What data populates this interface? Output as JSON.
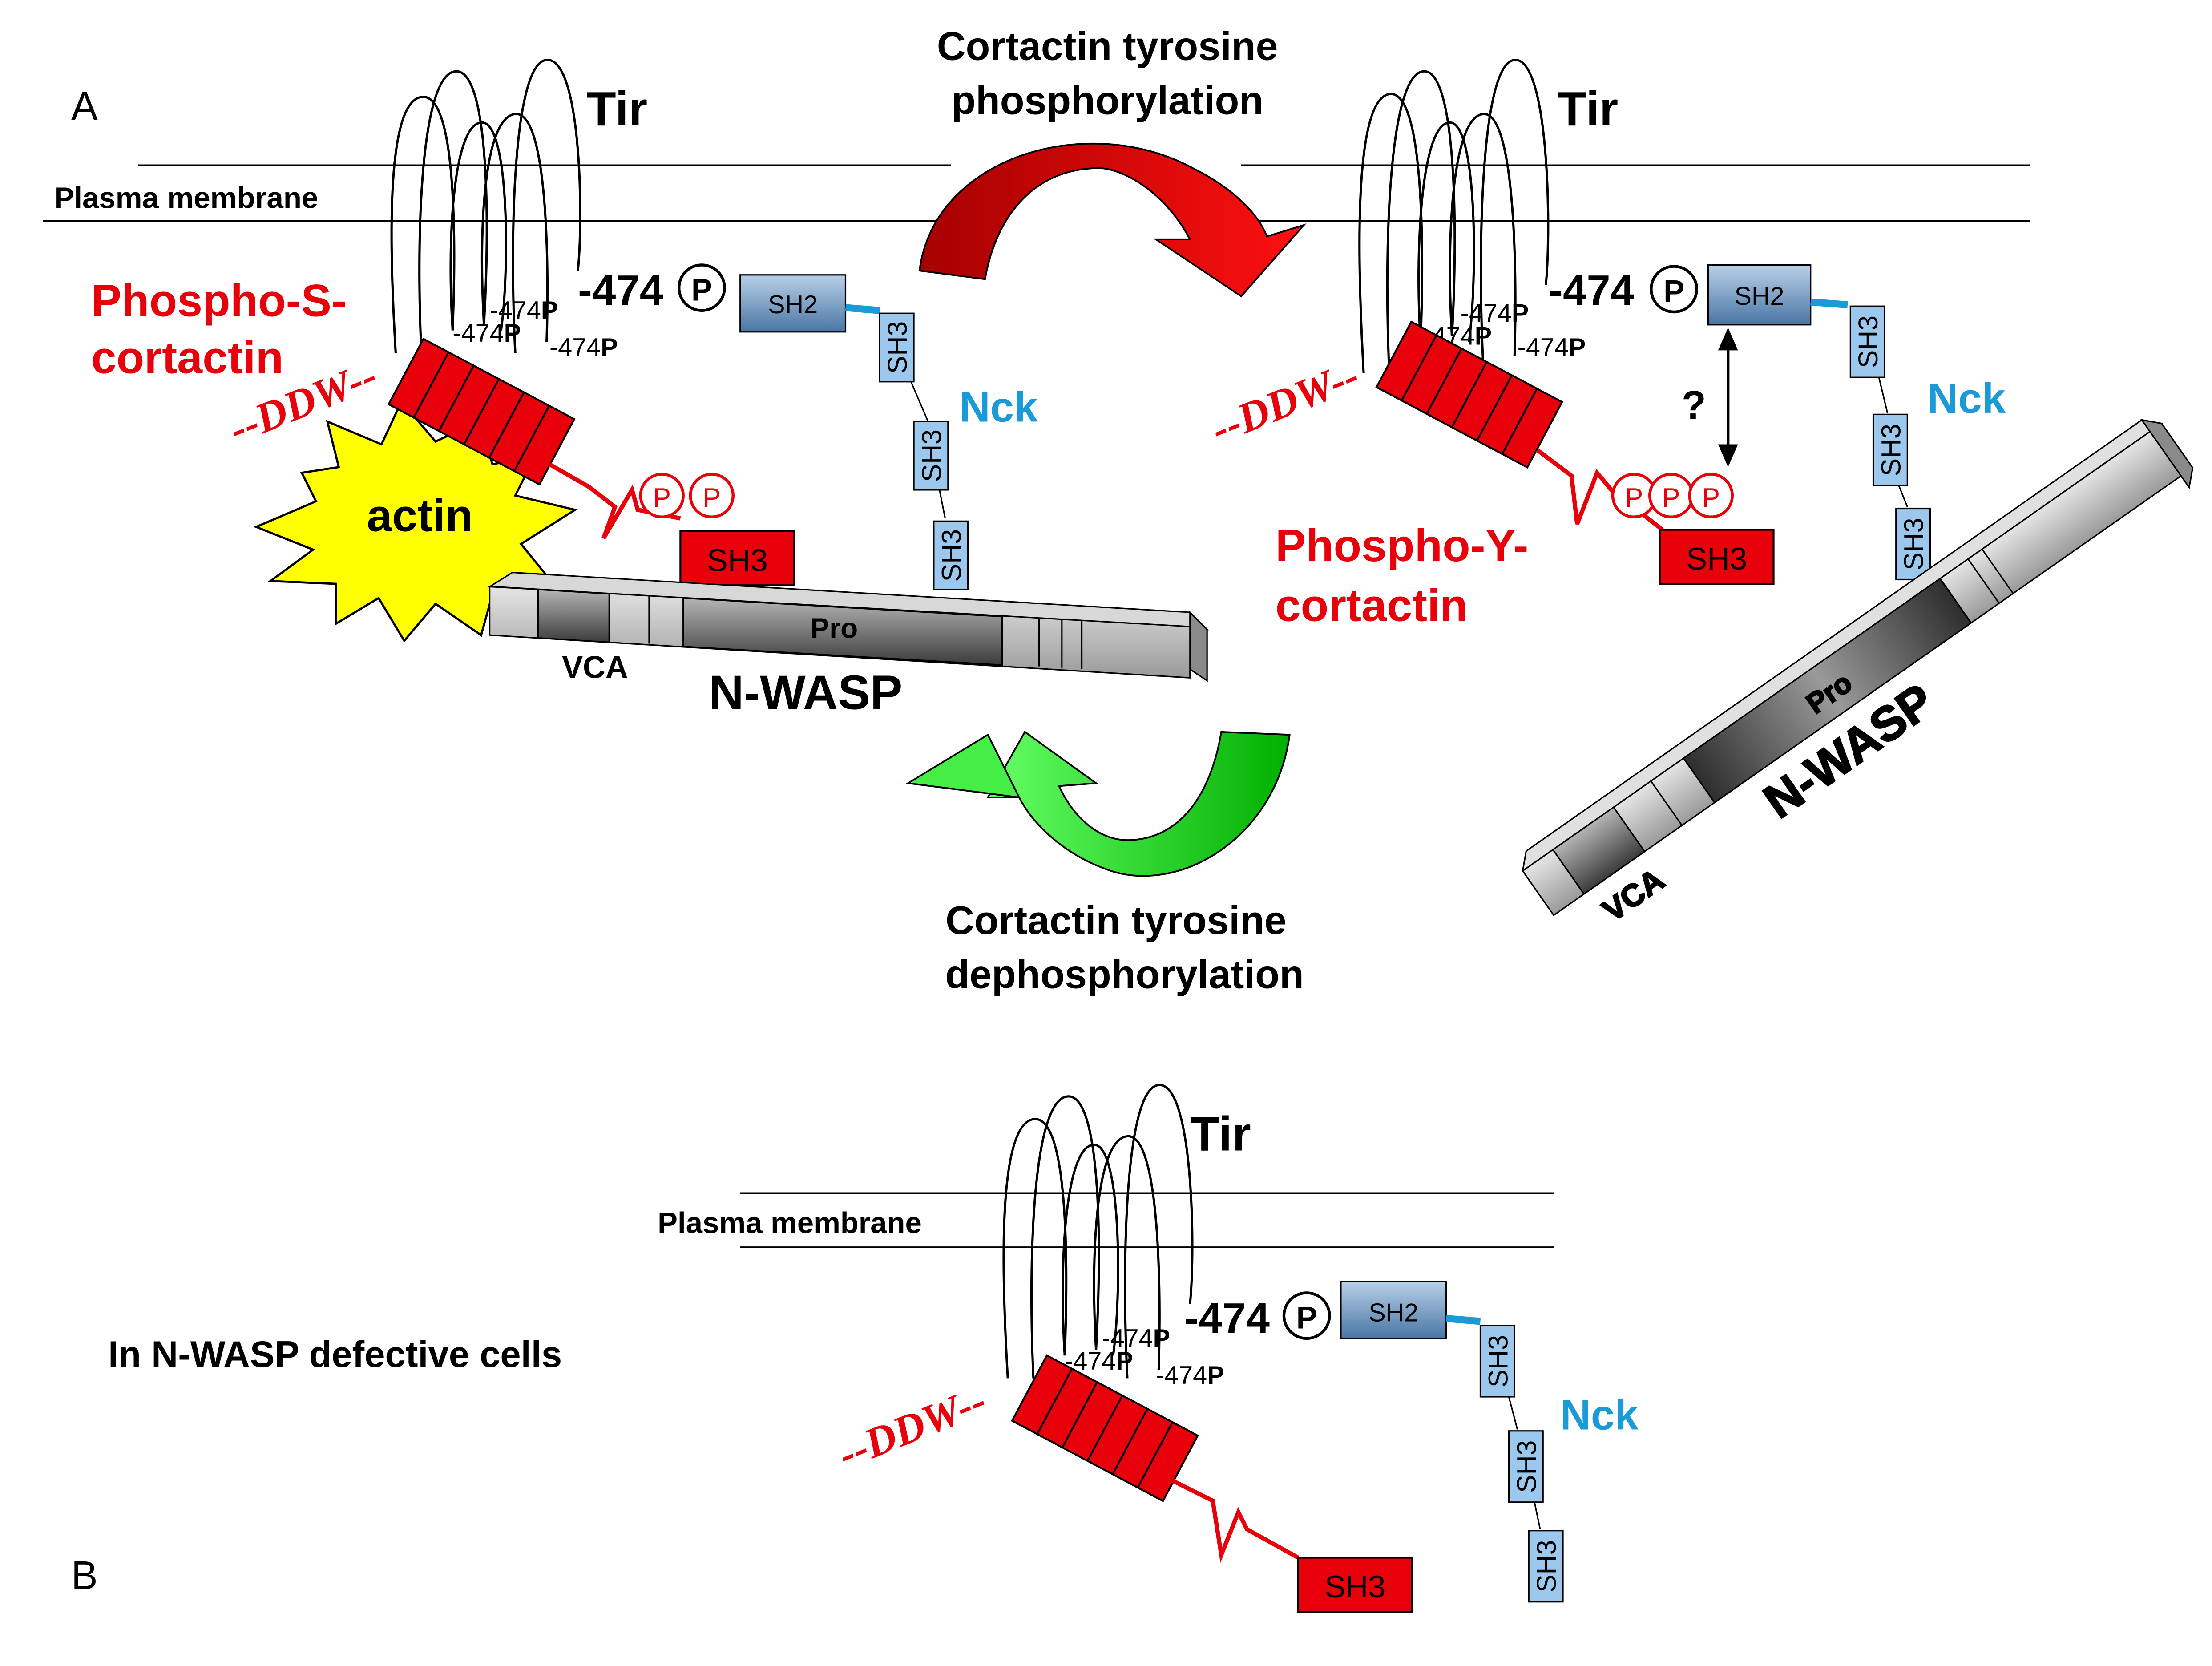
{
  "panel_labels": {
    "a": "A",
    "b": "B"
  },
  "membrane": {
    "label": "Plasma membrane"
  },
  "tir": {
    "label": "Tir",
    "site_main": "-474",
    "site_small": "-474",
    "p_letter": "P"
  },
  "cortactin": {
    "ser_label_line1": "Phospho-S-",
    "ser_label_line2": "cortactin",
    "tyr_label_line1": "Phospho-Y-",
    "tyr_label_line2": "cortactin",
    "ddw": "--DDW--",
    "sh3": "SH3",
    "p": "P"
  },
  "nck": {
    "label": "Nck",
    "sh2": "SH2",
    "sh3": "SH3"
  },
  "nwasp": {
    "label": "N-WASP",
    "vca": "VCA",
    "pro": "Pro"
  },
  "actin": {
    "label": "actin"
  },
  "arrows": {
    "top_line1": "Cortactin tyrosine",
    "top_line2": "phosphorylation",
    "bottom_line1": "Cortactin tyrosine",
    "bottom_line2": "dephosphorylation"
  },
  "question": "?",
  "panel_b_caption": "In N-WASP defective cells",
  "colors": {
    "cortactin_red": "#e8000a",
    "nck_blue": "#1a9ad6",
    "sh2_blue": "#5d88b4",
    "sh3_blue": "#9cc8ee",
    "actin_yellow": "#ffff00",
    "arrow_red": "#e60000",
    "arrow_green": "#22cc22"
  }
}
